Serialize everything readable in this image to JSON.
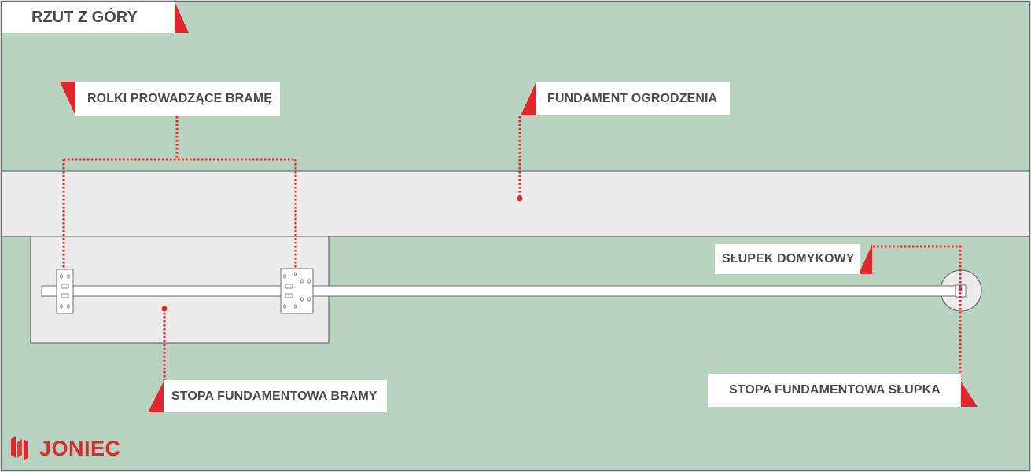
{
  "title": "RZUT Z GÓRY",
  "labels": {
    "rollers": "ROLKI PROWADZĄCE BRAMĘ",
    "fence_foundation": "FUNDAMENT OGRODZENIA",
    "post": "SŁUPEK DOMYKOWY",
    "gate_foot": "STOPA FUNDAMENTOWA BRAMY",
    "post_foot": "STOPA FUNDAMENTOWA SŁUPKA"
  },
  "logo": {
    "text": "JONIEC",
    "icon": "joniec-logo-icon"
  },
  "colors": {
    "ground": "#b9d3c1",
    "foundation": "#ececec",
    "accent": "#e1262d",
    "text": "#4a4a4a",
    "outline": "#6b6b6b"
  }
}
